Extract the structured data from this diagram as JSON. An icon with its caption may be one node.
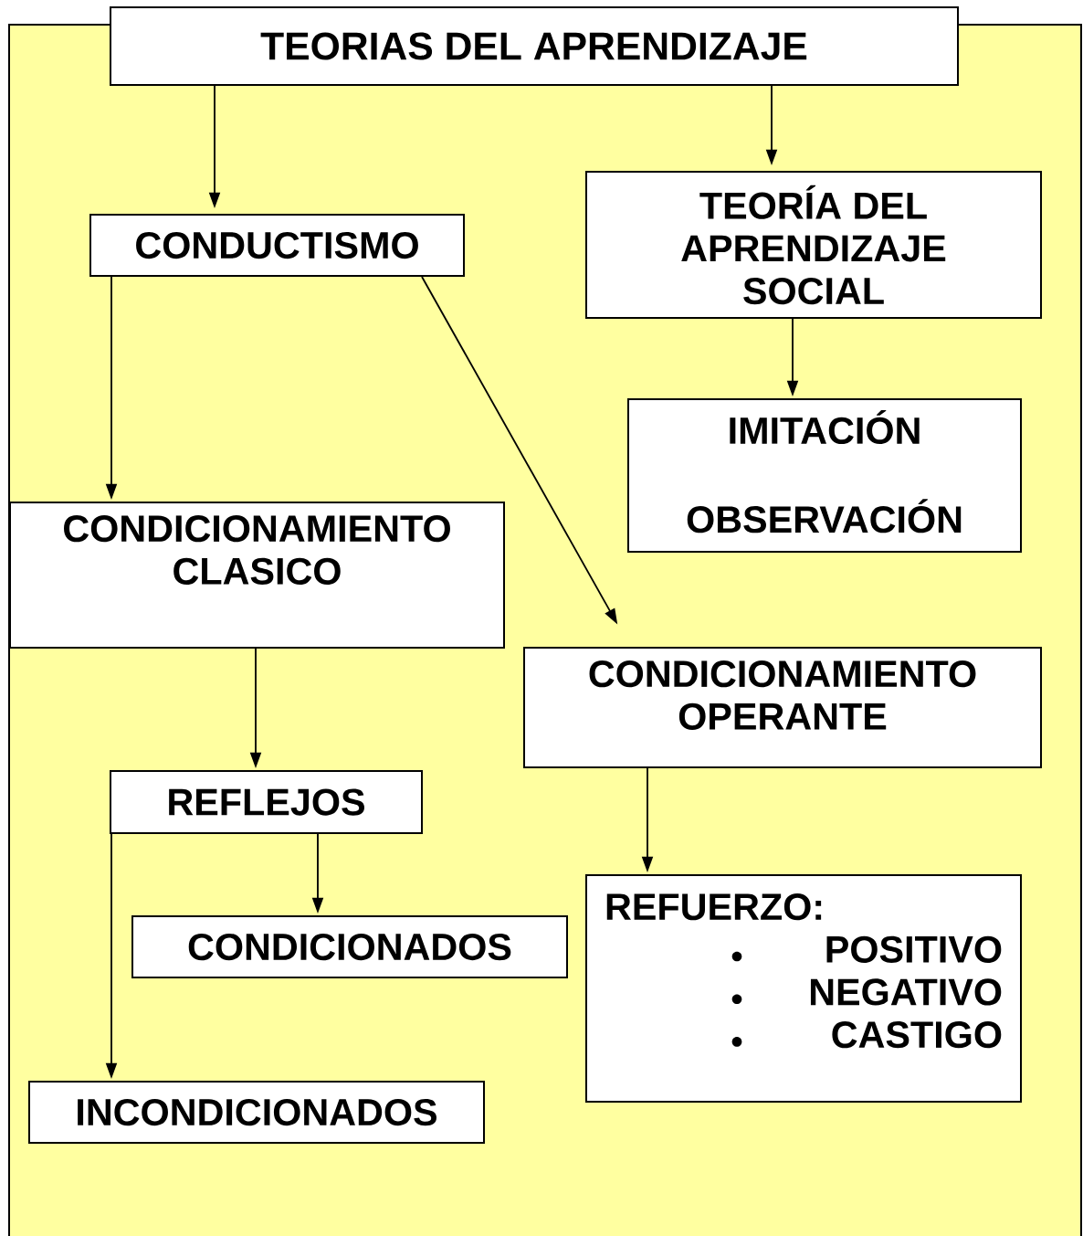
{
  "diagram": {
    "nodes": [
      {
        "text": [
          "TEORIAS DEL APRENDIZAJE"
        ]
      },
      {
        "text": [
          "CONDUCTISMO"
        ]
      },
      {
        "text": [
          "TEORÍA DEL APRENDIZAJE SOCIAL"
        ]
      },
      {
        "text": [
          "IMITACIÓN",
          "OBSERVACIÓN"
        ]
      },
      {
        "text": [
          "CONDICIONAMIENTO CLASICO"
        ]
      },
      {
        "text": [
          "CONDICIONAMIENTO OPERANTE"
        ]
      },
      {
        "text": [
          "REFLEJOS"
        ]
      },
      {
        "text": [
          "CONDICIONADOS"
        ]
      },
      {
        "text": [
          "REFUERZO:",
          "POSITIVO",
          "NEGATIVO",
          "CASTIGO"
        ]
      },
      {
        "text": [
          "INCONDICIONADOS"
        ]
      }
    ],
    "edges": [
      {
        "from": 0,
        "to": 1,
        "arrow": "to"
      },
      {
        "from": 0,
        "to": 2,
        "arrow": "to"
      },
      {
        "from": 1,
        "to": 4,
        "arrow": "to"
      },
      {
        "from": 1,
        "to": 5,
        "arrow": "to"
      },
      {
        "from": 2,
        "to": 3,
        "arrow": "to"
      },
      {
        "from": 4,
        "to": 6,
        "arrow": "to"
      },
      {
        "from": 5,
        "to": 8,
        "arrow": "to"
      },
      {
        "from": 6,
        "to": 7,
        "arrow": "to"
      },
      {
        "from": 6,
        "to": 9,
        "arrow": "to"
      }
    ]
  }
}
